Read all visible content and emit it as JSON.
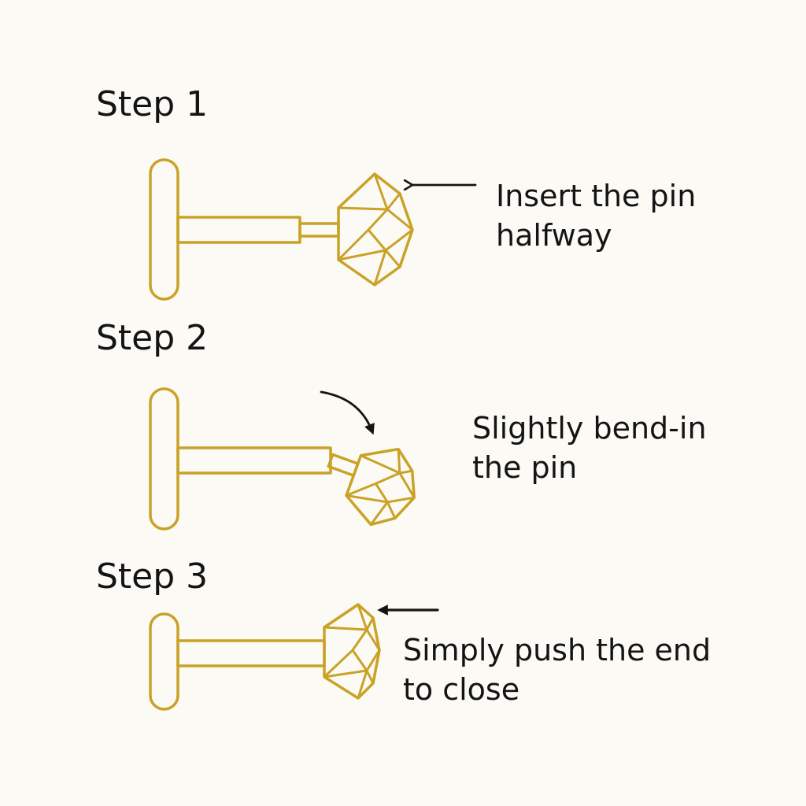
{
  "colors": {
    "background": "#fcfaf5",
    "gold": "#c9a227",
    "text": "#141414"
  },
  "steps": [
    {
      "title": "Step 1",
      "caption_lines": [
        "Insert the pin",
        "halfway"
      ],
      "indicator": "left-arrow-icon"
    },
    {
      "title": "Step 2",
      "caption_lines": [
        "Slightly bend-in",
        "the pin"
      ],
      "indicator": "curved-arrow-icon"
    },
    {
      "title": "Step 3",
      "caption_lines": [
        "Simply push the end",
        "to close"
      ],
      "indicator": "left-arrow-icon"
    }
  ]
}
